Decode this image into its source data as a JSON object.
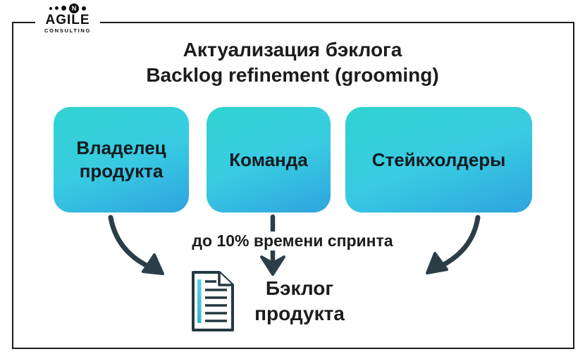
{
  "logo": {
    "brand": "AGILE",
    "subtitle": "CONSULTING",
    "mark_letter": "N"
  },
  "title": {
    "line1": "Актуализация бэклога",
    "line2": "Backlog refinement (grooming)"
  },
  "roles": [
    {
      "label": "Владелец продукта"
    },
    {
      "label": "Команда"
    },
    {
      "label": "Стейкхолдеры"
    }
  ],
  "annotation": {
    "text": "до 10% времени спринта"
  },
  "result": {
    "line1": "Бэклог",
    "line2": "продукта"
  },
  "icons": {
    "document": "document-icon"
  },
  "colors": {
    "box_gradient_top": "#31d3d1",
    "box_gradient_bottom": "#2ea4de",
    "arrow": "#2b3e48",
    "doc_outline": "#233942",
    "doc_accent": "#3fc6db",
    "border": "#1b1b1b",
    "text": "#1c1c1c",
    "background": "#ffffff"
  }
}
